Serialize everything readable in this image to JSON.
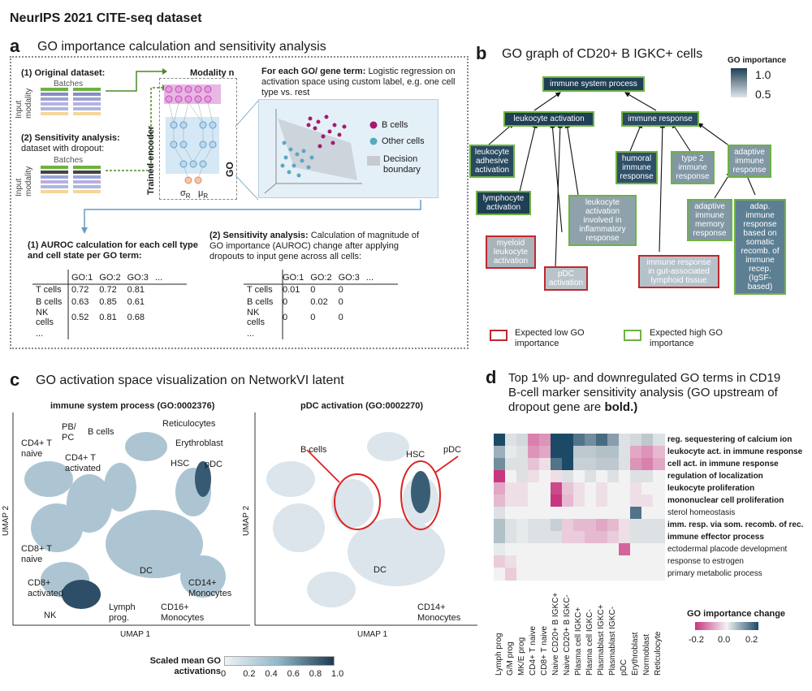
{
  "figure_title": "NeurIPS 2021 CITE-seq dataset",
  "panel_a": {
    "letter": "a",
    "title": "GO importance calculation and sensitivity analysis",
    "original_dataset": "(1) Original dataset:",
    "batches_1": "Batches",
    "input_modality_1": "Input modality",
    "sensitivity_title": "(2) Sensitivity analysis:",
    "sensitivity_sub": "dataset with dropout:",
    "batches_2": "Batches",
    "input_modality_2": "Input modality",
    "modality_n": "Modality n",
    "trained_encoder": "Trained encoder",
    "go_label": "GO",
    "sigma": "σ",
    "sigma_sub": "R",
    "mu": "μ",
    "mu_sub": "R",
    "logreg_bold": "For each GO/ gene term:",
    "logreg_text": "Logistic regression on activation space using custom label, e.g. one cell type vs. rest",
    "legend_b": "B cells",
    "legend_other": "Other cells",
    "legend_boundary": "Decision boundary",
    "auroc_title": "(1) AUROC calculation for each cell type and cell state per GO term:",
    "sens_bold": "(2) Sensitivity analysis:",
    "sens_text": "Calculation of magnitude of GO importance (AUROC) change after applying dropouts to input gene across all cells:",
    "table1": {
      "headers": [
        "",
        "GO:1",
        "GO:2",
        "GO:3",
        "..."
      ],
      "rows": [
        [
          "T cells",
          "0.72",
          "0.72",
          "0.81",
          ""
        ],
        [
          "B cells",
          "0.63",
          "0.85",
          "0.61",
          ""
        ],
        [
          "NK cells",
          "0.52",
          "0.81",
          "0.68",
          ""
        ],
        [
          "...",
          "",
          "",
          "",
          ""
        ]
      ]
    },
    "table2": {
      "headers": [
        "",
        "GO:1",
        "GO:2",
        "GO:3",
        "..."
      ],
      "rows": [
        [
          "T cells",
          "0.01",
          "0",
          "0",
          ""
        ],
        [
          "B cells",
          "0",
          "0.02",
          "0",
          ""
        ],
        [
          "NK cells",
          "0",
          "0",
          "0",
          ""
        ],
        [
          "...",
          "",
          "",
          "",
          ""
        ]
      ]
    }
  },
  "panel_b": {
    "letter": "b",
    "title": "GO graph of CD20+ B IGKC+ cells",
    "legend_title": "GO importance",
    "legend_max": "1.0",
    "legend_min": "0.5",
    "nodes": {
      "immune_system_process": "immune system process",
      "leukocyte_activation": "leukocyte activation",
      "immune_response": "immune response",
      "leukocyte_adhesive": "leukocyte adhesive activation",
      "lymphocyte_activation": "lymphocyte activation",
      "leukocyte_inflammatory": "leukocyte activation involved in inflammatory response",
      "myeloid": "myeloid leukocyte activation",
      "pdc_activation": "pDC activation",
      "humoral": "humoral immune response",
      "type2": "type 2 immune response",
      "adaptive": "adaptive immune response",
      "gut": "immune response in gut-associated lymphoid tissue",
      "adaptive_memory": "adaptive immune memory response",
      "adap_somatic": "adap. immune response based on somatic recomb. of immune recep. (IgSF-based)"
    },
    "expected_low": "Expected low GO importance",
    "expected_high": "Expected high GO importance",
    "colors": {
      "high_border": "#6db33f",
      "low_border": "#c0272d",
      "dark": "#1f3f55",
      "mid": "#5d7f93",
      "light": "#b9c6cc"
    }
  },
  "panel_c": {
    "letter": "c",
    "title": "GO activation space visualization on NetworkVI latent",
    "left_title": "immune system process (GO:0002376)",
    "right_title": "pDC activation (GO:0002270)",
    "umap1": "UMAP 1",
    "umap2": "UMAP 2",
    "umap1_r": "UMAP 1",
    "umap2_r": "UMAP 2",
    "left_labels": {
      "cd4_naive": "CD4+ T naive",
      "pb_pc": "PB/ PC",
      "b_cells": "B cells",
      "reticulocytes": "Reticulocytes",
      "cd4_activated": "CD4+ T activated",
      "erythroblast": "Erythroblast",
      "hsc": "HSC",
      "pdc": "pDC",
      "cd8_naive": "CD8+ T naive",
      "dc": "DC",
      "cd14": "CD14+ Monocytes",
      "cd8_activated": "CD8+ activated",
      "nk": "NK",
      "lymph": "Lymph prog.",
      "cd16": "CD16+ Monocytes"
    },
    "right_labels": {
      "b_cells": "B cells",
      "hsc": "HSC",
      "pdc": "pDC",
      "dc": "DC",
      "cd14": "CD14+ Monocytes"
    },
    "colorbar_title": "Scaled mean GO activations",
    "colorbar_ticks": [
      "0",
      "0.2",
      "0.4",
      "0.6",
      "0.8",
      "1.0"
    ]
  },
  "panel_d": {
    "letter": "d",
    "title_part1": "Top 1% up- and downregulated GO terms in CD19 B-cell marker sensitivity analysis (GO upstream of dropout gene are ",
    "title_bold": "bold.)",
    "legend_title": "GO importance change",
    "legend_ticks": [
      "-0.2",
      "0.0",
      "0.2"
    ]
  },
  "chart_data": {
    "type": "heatmap",
    "title": "",
    "rows": [
      {
        "label": "reg. sequestering of calcium ion",
        "bold": true
      },
      {
        "label": "leukocyte act. in immune response",
        "bold": true
      },
      {
        "label": "cell act. in immune response",
        "bold": true
      },
      {
        "label": "regulation of localization",
        "bold": true
      },
      {
        "label": "leukocyte proliferation",
        "bold": true
      },
      {
        "label": "mononuclear cell proliferation",
        "bold": true
      },
      {
        "label": "sterol homeostasis",
        "bold": false
      },
      {
        "label": "imm. resp. via som. recomb. of rec.",
        "bold": true
      },
      {
        "label": "immune effector process",
        "bold": true
      },
      {
        "label": "ectodermal placode development",
        "bold": false
      },
      {
        "label": "response to estrogen",
        "bold": false
      },
      {
        "label": "primary metabolic process",
        "bold": false
      }
    ],
    "columns": [
      "Lymph prog",
      "G/M prog",
      "MK/E prog",
      "CD4+ T naive",
      "CD8+ T naive",
      "Naive CD20+ B IGKC+",
      "Naive CD20+ B IGKC-",
      "Plasma cell IGKC+",
      "Plasma cell IGKC-",
      "Plasmablast IGKC+",
      "Plasmablast IGKC-",
      "pDC",
      "Erythroblast",
      "Normoblast",
      "Reticulocyte"
    ],
    "values": [
      [
        0.25,
        0.02,
        0.03,
        -0.12,
        -0.1,
        0.3,
        0.3,
        0.15,
        0.12,
        0.16,
        0.1,
        0.02,
        0.03,
        0.05,
        0.02
      ],
      [
        0.08,
        0.01,
        0.02,
        -0.1,
        -0.08,
        0.2,
        0.25,
        0.05,
        0.05,
        0.06,
        0.06,
        0.02,
        -0.08,
        -0.1,
        -0.06
      ],
      [
        0.12,
        0.02,
        0.02,
        -0.05,
        -0.02,
        0.15,
        0.2,
        0.04,
        0.04,
        0.05,
        0.05,
        0.02,
        -0.1,
        -0.12,
        -0.08
      ],
      [
        -0.2,
        0.0,
        0.02,
        -0.02,
        0.0,
        -0.02,
        0.02,
        0.0,
        0.02,
        0.0,
        0.02,
        0.0,
        0.02,
        0.02,
        0.0
      ],
      [
        -0.08,
        -0.02,
        -0.02,
        0.0,
        0.0,
        -0.18,
        -0.05,
        -0.02,
        0.0,
        -0.02,
        0.0,
        0.0,
        -0.02,
        0.0,
        0.0
      ],
      [
        -0.06,
        -0.02,
        -0.02,
        0.0,
        0.0,
        -0.2,
        -0.06,
        -0.02,
        0.0,
        -0.02,
        0.0,
        0.0,
        -0.02,
        -0.02,
        0.0
      ],
      [
        0.02,
        0.0,
        0.0,
        0.0,
        0.0,
        0.0,
        0.0,
        0.0,
        0.0,
        0.0,
        0.0,
        0.0,
        0.15,
        0.0,
        0.0
      ],
      [
        0.06,
        0.02,
        0.01,
        0.02,
        0.02,
        0.04,
        -0.04,
        -0.06,
        -0.06,
        -0.08,
        -0.06,
        -0.02,
        0.02,
        0.02,
        0.02
      ],
      [
        0.06,
        0.02,
        0.01,
        0.02,
        0.02,
        0.02,
        -0.04,
        -0.04,
        -0.06,
        -0.06,
        -0.04,
        -0.02,
        0.02,
        0.02,
        0.02
      ],
      [
        0.01,
        0.0,
        0.0,
        0.0,
        0.0,
        0.0,
        0.0,
        0.0,
        0.0,
        0.0,
        0.0,
        -0.15,
        0.0,
        0.0,
        0.0
      ],
      [
        -0.04,
        -0.02,
        0.0,
        0.0,
        0.0,
        0.0,
        0.0,
        0.0,
        0.0,
        0.0,
        0.0,
        0.0,
        0.0,
        0.0,
        0.0
      ],
      [
        0.0,
        -0.04,
        0.0,
        0.0,
        0.0,
        0.0,
        0.0,
        0.0,
        0.0,
        0.0,
        0.0,
        0.0,
        0.0,
        0.0,
        0.0
      ]
    ],
    "color_range": [
      -0.2,
      0.2
    ],
    "colors": {
      "neg": "#c8367f",
      "zero": "#f2f2f2",
      "pos": "#1c4a66"
    }
  }
}
